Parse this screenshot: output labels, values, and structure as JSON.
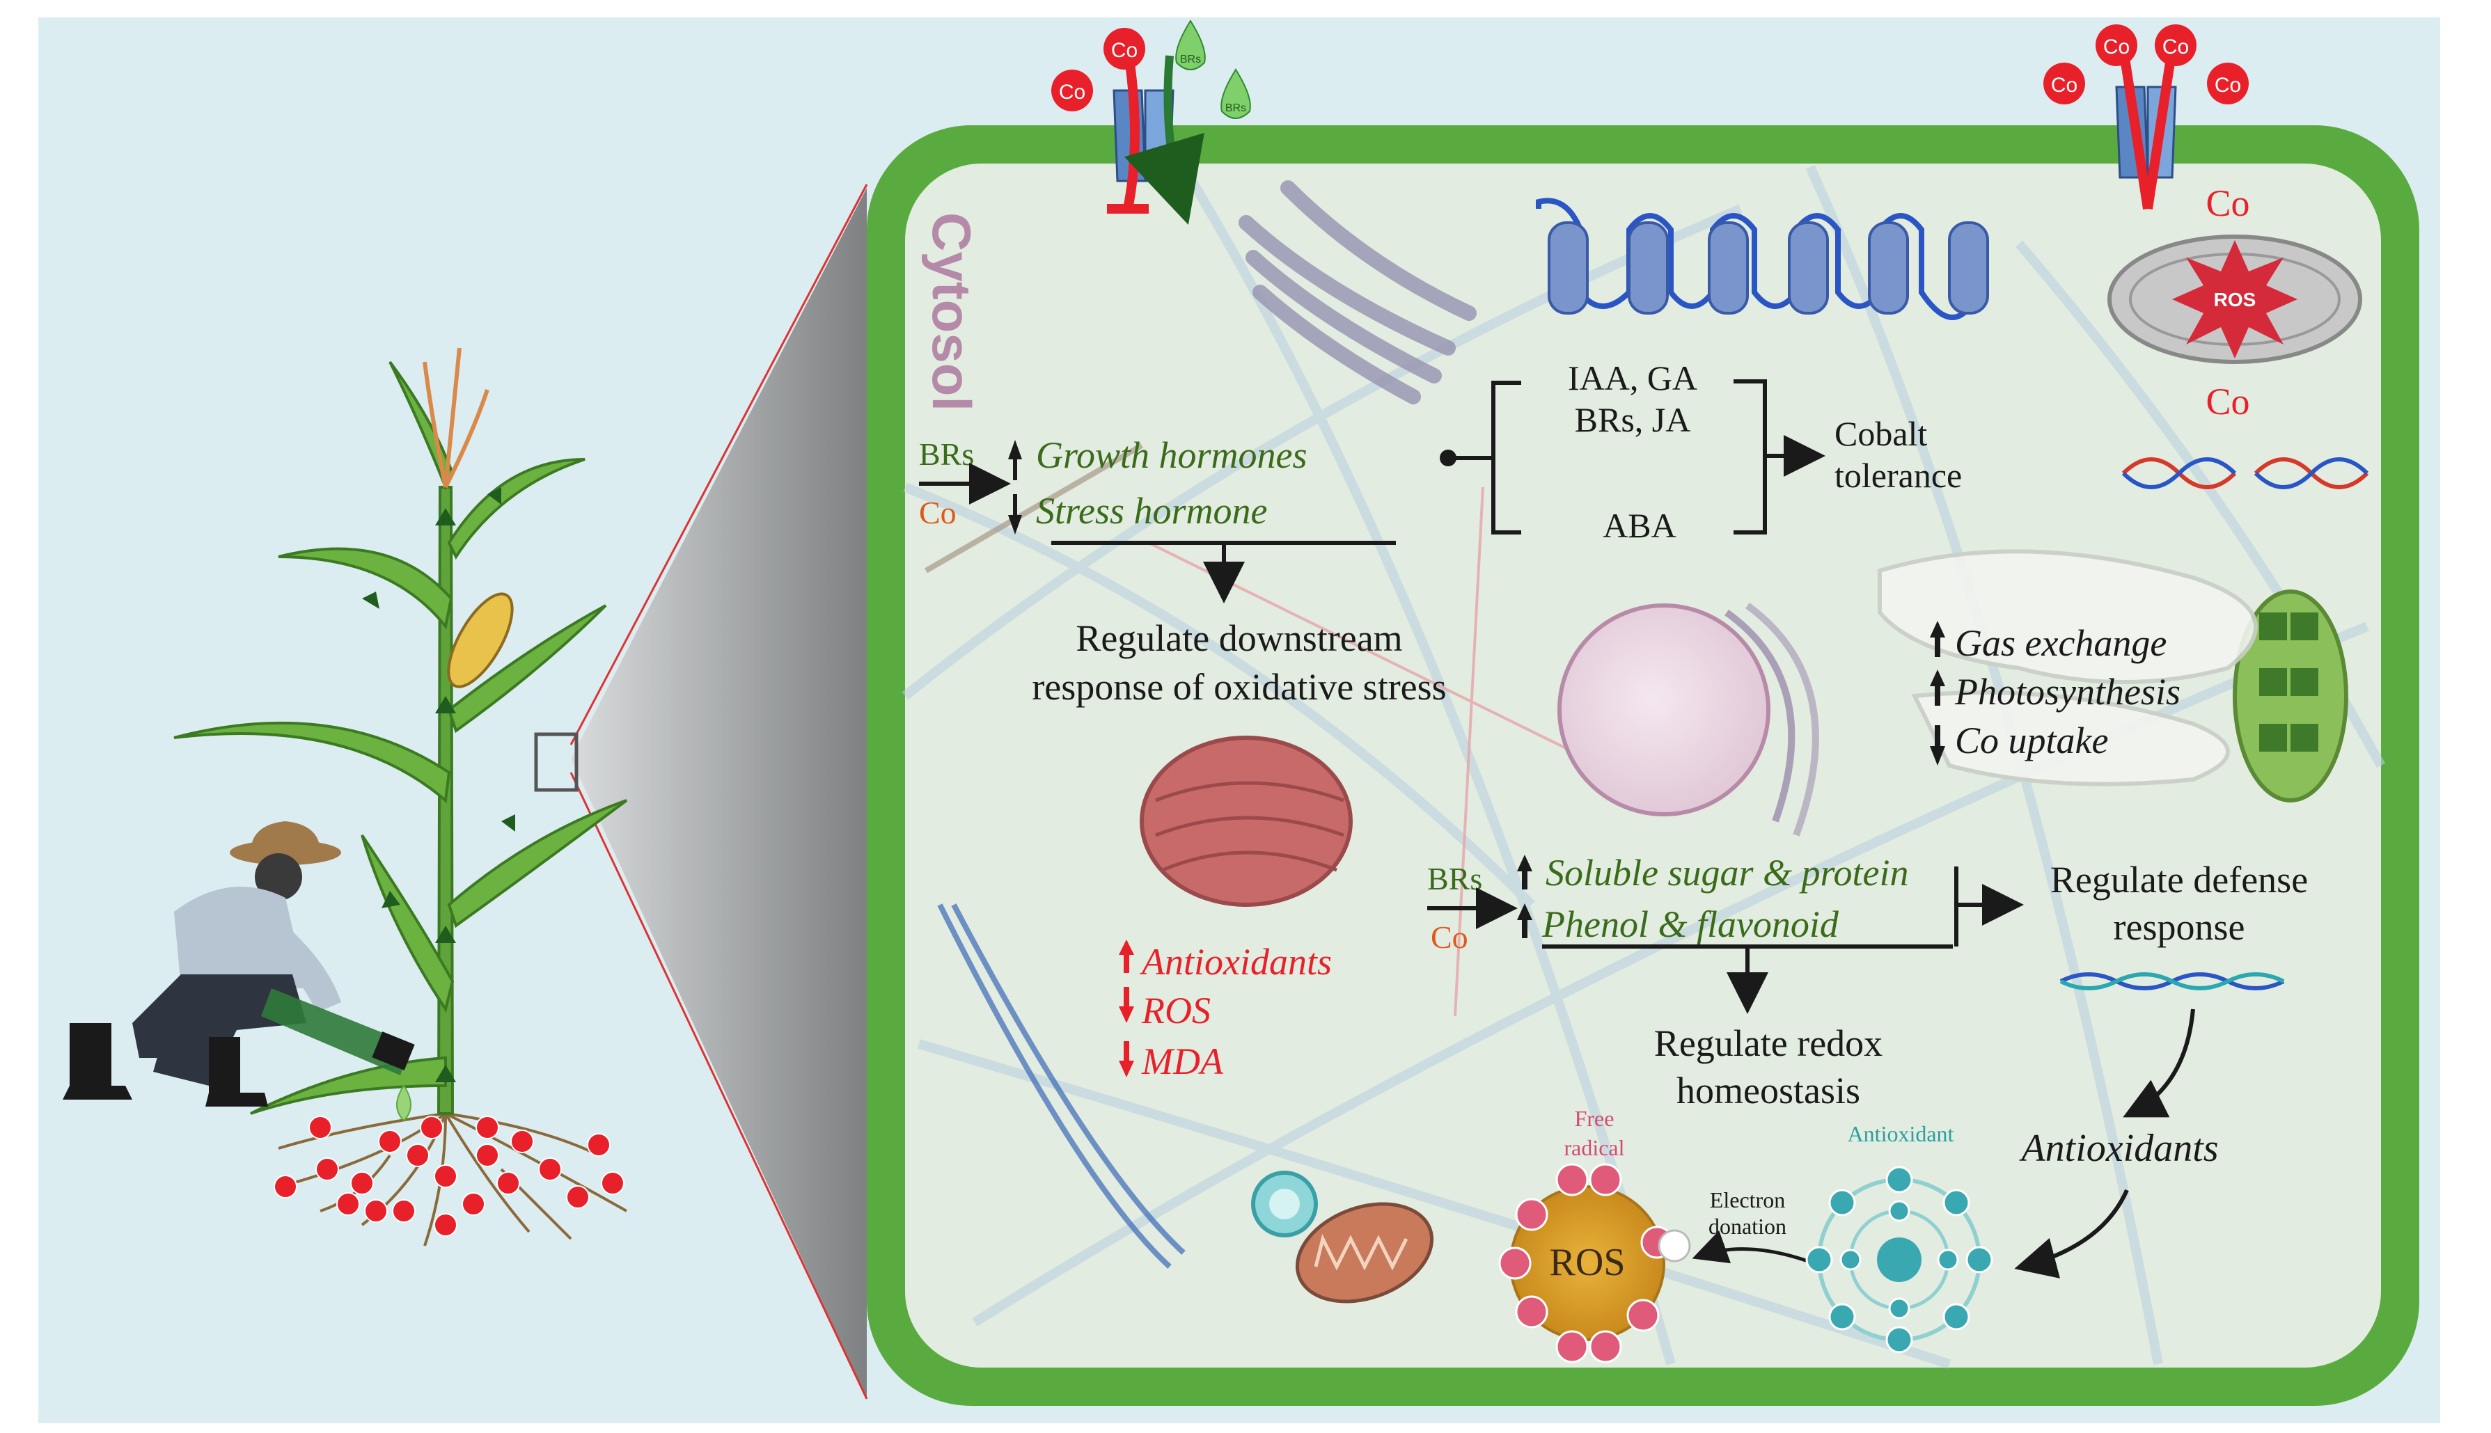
{
  "cell": {
    "cytosol_label": "Cytosol",
    "co_label": "Co",
    "brs_label": "BRs",
    "ros_label": "ROS"
  },
  "hormones": {
    "brs": "BRs",
    "co": "Co",
    "growth": "Growth hormones",
    "stress": "Stress hormone",
    "group_top_line1": "IAA, GA",
    "group_top_line2": "BRs, JA",
    "group_bottom": "ABA",
    "outcome_line1": "Cobalt",
    "outcome_line2": "tolerance",
    "regulate_line1": "Regulate downstream",
    "regulate_line2": "response of oxidative stress"
  },
  "physiology": {
    "gas": "Gas exchange",
    "photo": "Photosynthesis",
    "uptake": "Co uptake"
  },
  "antioxidant_list": {
    "antioxidants": "Antioxidants",
    "ros": "ROS",
    "mda": "MDA"
  },
  "metabolites": {
    "brs": "BRs",
    "co": "Co",
    "sugar": "Soluble sugar & protein",
    "phenol": "Phenol & flavonoid",
    "defense_line1": "Regulate defense",
    "defense_line2": "response",
    "redox_line1": "Regulate redox",
    "redox_line2": "homeostasis",
    "antioxidants": "Antioxidants"
  },
  "redox": {
    "free_radical_line1": "Free",
    "free_radical_line2": "radical",
    "ros": "ROS",
    "electron_line1": "Electron",
    "electron_line2": "donation",
    "antioxidant": "Antioxidant"
  },
  "colors": {
    "green_text": "#3a6b1a",
    "red_text": "#e8202a",
    "orange_text": "#e0591c",
    "cell_wall": "#5aab3f",
    "cytoplasm": "#e3ece0",
    "background": "#dcedf2"
  }
}
